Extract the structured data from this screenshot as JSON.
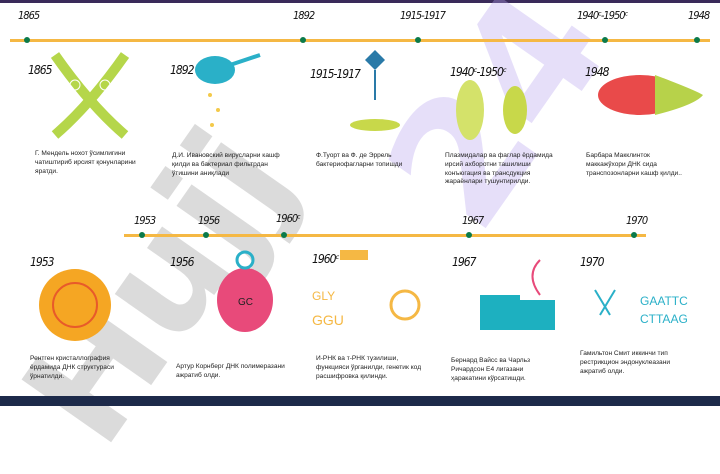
{
  "timeline_top": {
    "years": [
      "1865",
      "1892",
      "1915-1917",
      "1940ᶜ-1950ᶜ",
      "1948"
    ],
    "events": [
      {
        "year": "1865",
        "text": "Г. Мендель нохот ўсимлигини чатиштириб ирсият қонунларини яратди."
      },
      {
        "year": "1892",
        "text": "Д.И. Ивановский вирусларни кашф қилди ва бактериал фильтрдан ўтишини аниқлади"
      },
      {
        "year": "1915-1917",
        "text": "Ф.Туорт ва Ф. де Эррель бактериофагларни топишди"
      },
      {
        "year": "1940ᶜ-1950ᶜ",
        "text": "Плазмидалар ва фаглар ёрдамида ирсий ахборотни ташилиши конъюгация ва трансдукция жараёнлари тушунтирилди."
      },
      {
        "year": "1948",
        "text": "Барбара Макклинток маккажўхори ДНК сида транспозонларни кашф қилди.."
      }
    ]
  },
  "timeline_bottom": {
    "years": [
      "1953",
      "1956",
      "1960ᶜ",
      "1967",
      "1970"
    ],
    "events": [
      {
        "year": "1953",
        "text": "Рентген кристаллография ёрдамида ДНК структураси ўрнатилди."
      },
      {
        "year": "1956",
        "text": "Артур Корнберг ДНК полимеразани ажратиб олди."
      },
      {
        "year": "1960ᶜ",
        "text": "И-РНК ва т-РНК тузилиши, функцияси ўрганилди, генетик код расшифровка қилинди."
      },
      {
        "year": "1967",
        "text": "Бернард Вайсс ва Чарльз Ричардсон Е4 лигазани ҳаракатини кўрсатишди."
      },
      {
        "year": "1970",
        "text": "Гамильтон Смит иккинчи тип рестрикцион эндонуклеазани ажратиб олди."
      }
    ]
  },
  "illustration_labels": {
    "codon1": "GLY",
    "codon2": "GGU",
    "seq1": "GAATTC",
    "seq2": "CTTAAG",
    "polymerase": "GC"
  },
  "watermark": "Hujjat 24",
  "colors": {
    "line": "#f5b844",
    "dot": "#0b7a4a",
    "bar": "#1d2a4a"
  }
}
